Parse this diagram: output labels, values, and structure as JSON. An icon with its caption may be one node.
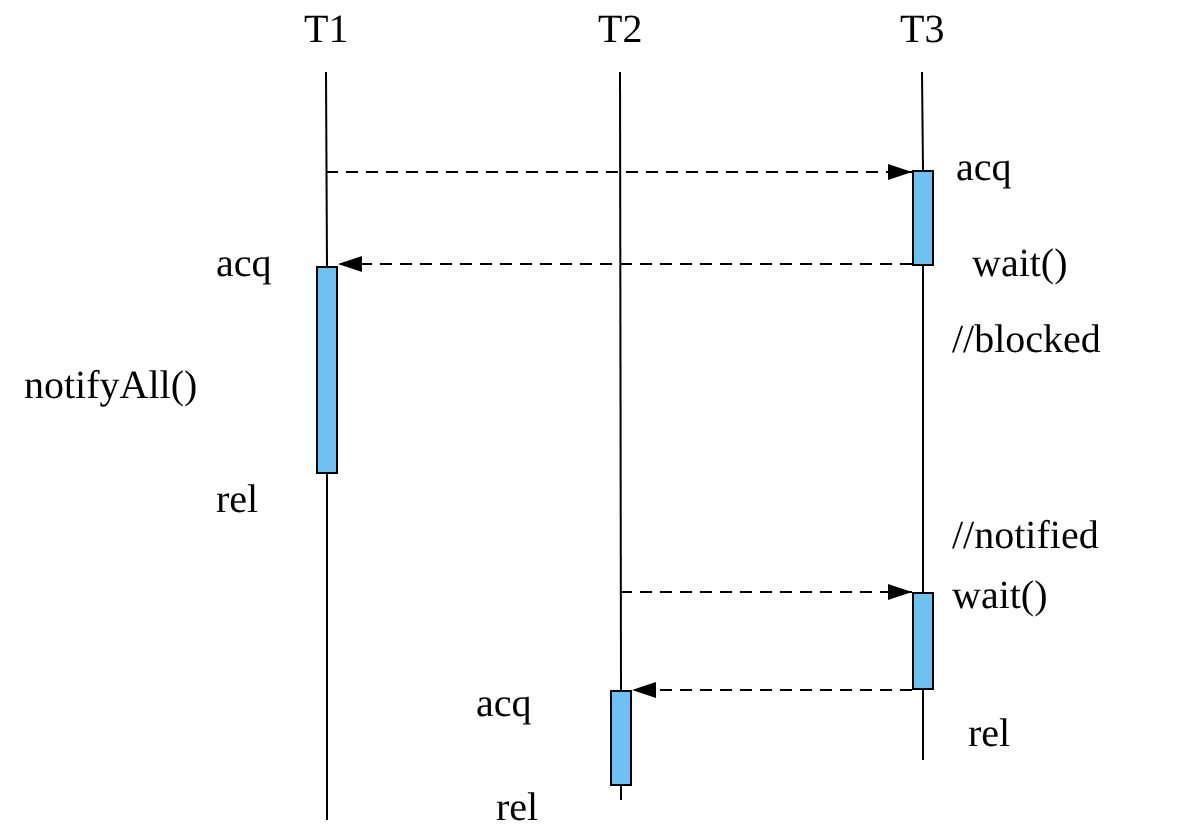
{
  "diagram": {
    "nodes": [
      {
        "text": [
          "T1"
        ]
      },
      {
        "text": [
          "T2"
        ]
      },
      {
        "text": [
          "T3"
        ]
      },
      {
        "text": [],
        "shape": "bar",
        "beside": [
          "acq",
          "wait()",
          "//blocked"
        ]
      },
      {
        "text": [],
        "shape": "bar",
        "beside": [
          "acq",
          "notifyAll()",
          "rel"
        ]
      },
      {
        "text": [],
        "shape": "bar",
        "beside": [
          "//notified",
          "wait()",
          "rel"
        ]
      },
      {
        "text": [],
        "shape": "bar",
        "beside": [
          "acq",
          "rel"
        ]
      }
    ],
    "edges": [
      {
        "from": null,
        "to": 3,
        "arrow": "to",
        "style": "dashed"
      },
      {
        "from": 3,
        "to": 4,
        "arrow": "to",
        "style": "dashed"
      },
      {
        "from": null,
        "to": 5,
        "arrow": "to",
        "style": "dashed"
      },
      {
        "from": 5,
        "to": 6,
        "arrow": "to",
        "style": "dashed"
      },
      {
        "from": 0,
        "to": 4,
        "arrow": "none"
      },
      {
        "from": 1,
        "to": 6,
        "arrow": "none"
      },
      {
        "from": 2,
        "to": 3,
        "arrow": "none"
      },
      {
        "from": 3,
        "to": 5,
        "arrow": "none"
      }
    ]
  }
}
